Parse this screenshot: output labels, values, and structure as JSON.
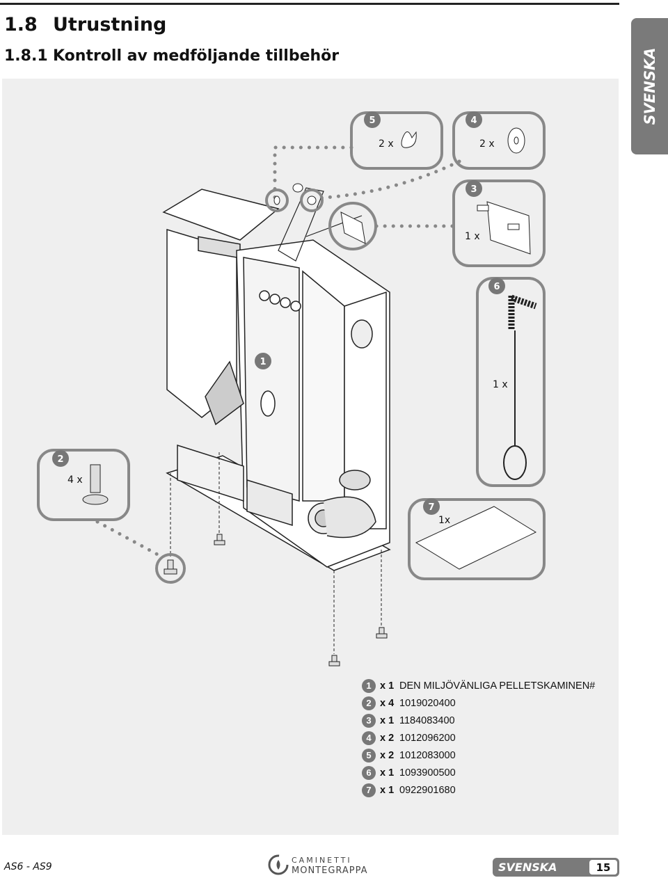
{
  "header": {
    "section_num": "1.8",
    "section_title": "Utrustning",
    "subsection_num": "1.8.1",
    "subsection_title": "Kontroll av medföljande tillbehör"
  },
  "side_tab": "SVENSKA",
  "callouts": {
    "c1": {
      "num": "1"
    },
    "c2": {
      "num": "2",
      "qty": "4 x"
    },
    "c3": {
      "num": "3",
      "qty": "1 x"
    },
    "c4": {
      "num": "4",
      "qty": "2 x"
    },
    "c5": {
      "num": "5",
      "qty": "2 x"
    },
    "c6": {
      "num": "6",
      "qty": "1 x"
    },
    "c7": {
      "num": "7",
      "qty": "1x"
    }
  },
  "legend": [
    {
      "num": "1",
      "qty": "x 1",
      "text": "DEN MILJÖVÄNLIGA PELLETSKAMINEN#"
    },
    {
      "num": "2",
      "qty": "x 4",
      "text": "1019020400"
    },
    {
      "num": "3",
      "qty": "x 1",
      "text": "1184083400"
    },
    {
      "num": "4",
      "qty": "x 2",
      "text": "1012096200"
    },
    {
      "num": "5",
      "qty": "x 2",
      "text": "1012083000"
    },
    {
      "num": "6",
      "qty": "x 1",
      "text": "1093900500"
    },
    {
      "num": "7",
      "qty": "x 1",
      "text": "0922901680"
    }
  ],
  "footer": {
    "model": "AS6 - AS9",
    "logo_line1": "CAMINETTI",
    "logo_line2": "MONTEGRAPPA",
    "lang": "SVENSKA",
    "page": "15"
  }
}
